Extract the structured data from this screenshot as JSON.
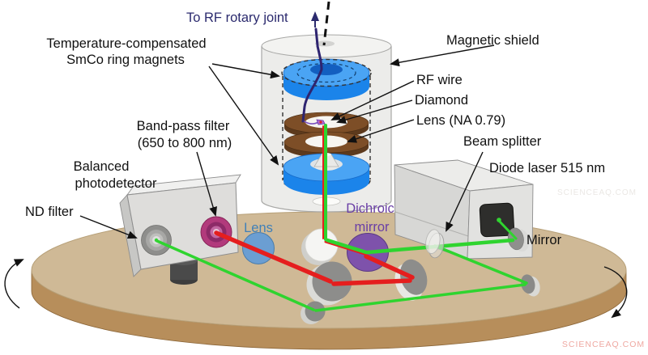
{
  "labels": {
    "rf_rotary_joint": "To RF rotary joint",
    "magnets_line1": "Temperature-compensated",
    "magnets_line2": "SmCo ring magnets",
    "magnetic_shield": "Magnetic shield",
    "rf_wire": "RF wire",
    "diamond": "Diamond",
    "lens_na": "Lens (NA 0.79)",
    "beam_splitter": "Beam splitter",
    "diode_laser": "Diode laser 515 nm",
    "mirror": "Mirror",
    "bandpass_line1": "Band-pass filter",
    "bandpass_line2": "(650 to 800 nm)",
    "balanced_line1": "Balanced",
    "balanced_line2": "photodetector",
    "nd_filter": "ND filter",
    "lens": "Lens",
    "dichroic_line1": "Dichroic",
    "dichroic_line2": "mirror"
  },
  "watermark": "SCIENCEAQ.COM",
  "colors": {
    "beam_green": "#2fd42f",
    "beam_red": "#e51e1e",
    "magnet_blue": "#1b84ea",
    "magnet_blue_light": "#4aa4f4",
    "ring_brown": "#7d4e27",
    "ring_brown_dark": "#5d3a1d",
    "dichroic_purple": "#7e52ab",
    "lens_blue": "#6b9ed2",
    "filter_magenta": "#b23a7c",
    "platform_top": "#cfb996",
    "platform_side": "#b78e5b",
    "wire_navy": "#2e2470",
    "label_navy": "#2b2a6e",
    "label_blue": "#4080b8",
    "label_purple": "#6a3fa6",
    "watermark_pink": "#efa9a2"
  }
}
